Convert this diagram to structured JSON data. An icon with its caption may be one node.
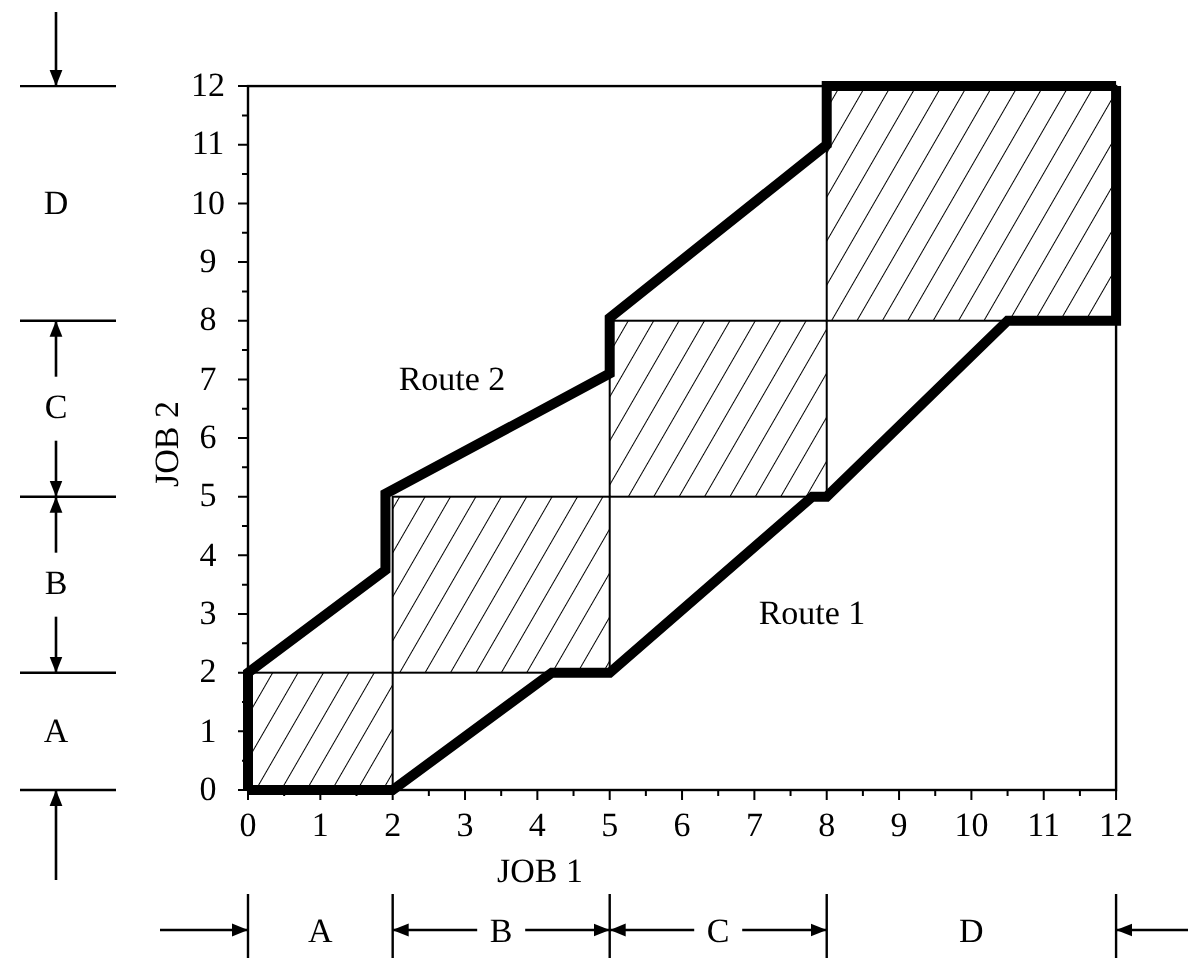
{
  "diagram": {
    "labels": [
      "12",
      "11",
      "10",
      "9",
      "8",
      "7",
      "6",
      "5",
      "4",
      "3",
      "2",
      "1",
      "0",
      "D",
      "C",
      "B",
      "A",
      "JOB 2",
      "Route 2",
      "Route 1",
      "0",
      "1",
      "2",
      "3",
      "4",
      "5",
      "6",
      "7",
      "8",
      "9",
      "10",
      "11",
      "12",
      "JOB 1",
      "A",
      "B",
      "C",
      "D"
    ]
  }
}
